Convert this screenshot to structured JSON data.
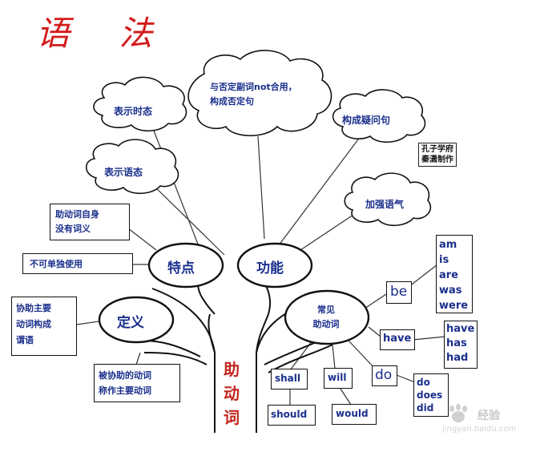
{
  "title": "语 法",
  "trunk_label": [
    "助",
    "动",
    "词"
  ],
  "center_nodes": {
    "features": "特点",
    "functions": "功能",
    "definition": "定义",
    "common": [
      "常见",
      "助动词"
    ]
  },
  "clouds": {
    "tense": "表示时态",
    "negation": [
      "与否定副词not合用，",
      "构成否定句"
    ],
    "question": "构成疑问句",
    "voice": "表示语态",
    "emphasis": "加强语气"
  },
  "feature_boxes": {
    "no_meaning": [
      "助动词自身",
      "没有词义"
    ],
    "not_alone": "不可单独使用"
  },
  "definition_boxes": {
    "assist": [
      "协助主要",
      "动词构成",
      "谓语"
    ],
    "main_verb": [
      "被协助的动词",
      "称作主要动词"
    ]
  },
  "verbs": {
    "be": "be",
    "be_forms": [
      "am",
      "is",
      "are",
      "was",
      "were"
    ],
    "have": "have",
    "have_forms": [
      "have",
      "has",
      "had"
    ],
    "do": "do",
    "do_forms": [
      "do",
      "does",
      "did"
    ],
    "shall": "shall",
    "should": "should",
    "will": "will",
    "would": "would"
  },
  "stamp": [
    "孔子学府",
    "秦潇制作"
  ],
  "watermark": {
    "brand": "经验",
    "url": "jingyan.baidu.com"
  },
  "colors": {
    "text": "#1a2f8c",
    "title": "#d31c1c",
    "trunk": "#c3261e",
    "line": "#111111"
  }
}
